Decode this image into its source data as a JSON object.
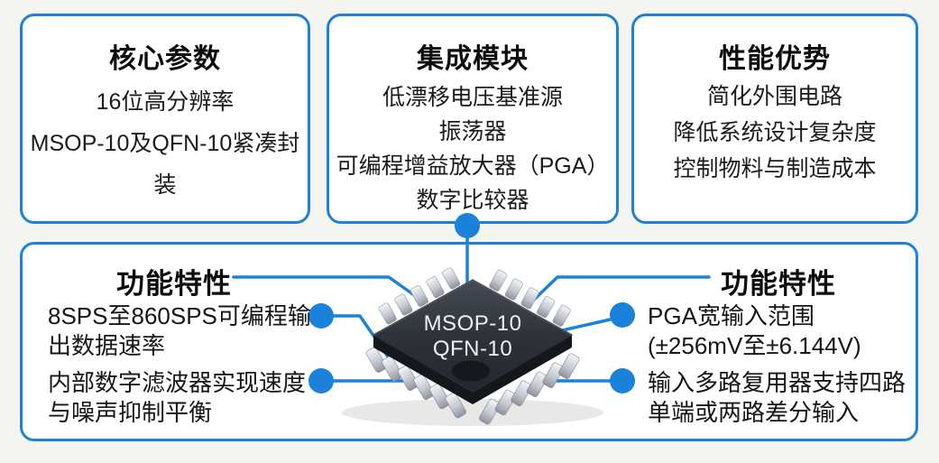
{
  "accent_color": "#1b82dc",
  "cards": [
    {
      "title": "核心参数",
      "items": [
        "16位高分辨率",
        "MSOP-10及QFN-10紧凑封装"
      ]
    },
    {
      "title": "集成模块",
      "items": [
        "低漂移电压基准源",
        "振荡器",
        "可编程增益放大器（PGA）",
        "数字比较器"
      ]
    },
    {
      "title": "性能优势",
      "items": [
        "简化外围电路",
        "降低系统设计复杂度",
        "控制物料与制造成本"
      ]
    }
  ],
  "feature_panel": {
    "left": {
      "title": "功能特性",
      "callouts": [
        {
          "line1": "8SPS至860SPS可编程输",
          "line2": "出数据速率"
        },
        {
          "line1": "内部数字滤波器实现速度",
          "line2": "与噪声抑制平衡"
        }
      ]
    },
    "right": {
      "title": "功能特性",
      "callouts": [
        {
          "line1": "PGA宽输入范围",
          "line2": "(±256mV至±6.144V)"
        },
        {
          "line1": "输入多路复用器支持四路",
          "line2": "单端或两路差分输入"
        }
      ]
    },
    "chip": {
      "package_line1": "MSOP-10",
      "package_line2": "QFN-10"
    }
  }
}
